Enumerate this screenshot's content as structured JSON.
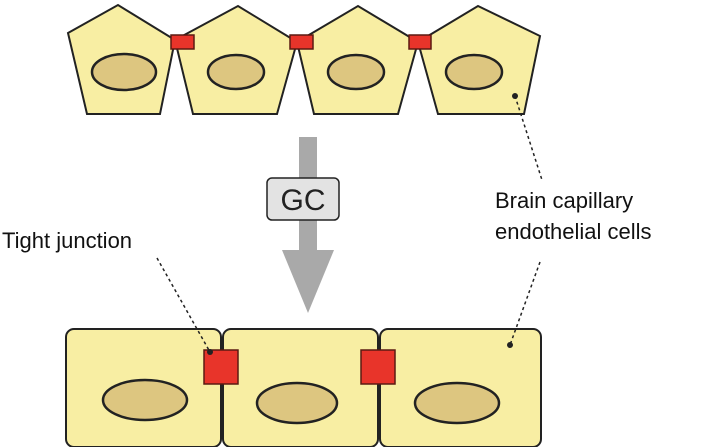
{
  "treatment_label": "GC",
  "labels": {
    "tight_junction": "Tight junction",
    "cells_line1": "Brain capillary",
    "cells_line2": "endothelial cells"
  },
  "colors": {
    "cell_fill": "#f8eea3",
    "nucleus_fill": "#ddc680",
    "tight_junction": "#e8342a",
    "arrow": "#a9a9a9"
  }
}
